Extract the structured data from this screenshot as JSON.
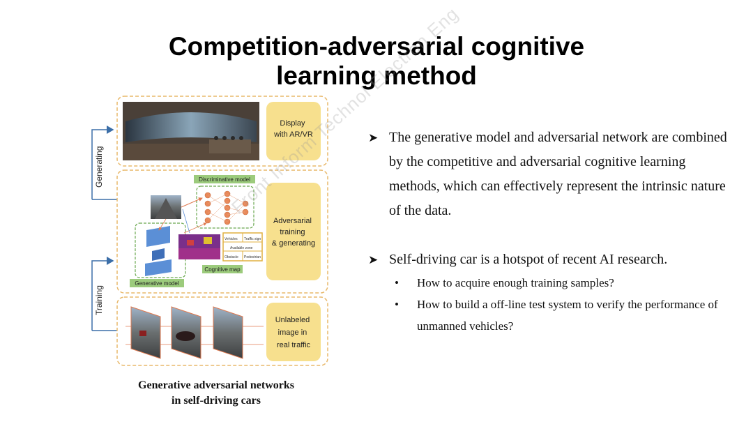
{
  "title": {
    "line1": "Competition-adversarial cognitive",
    "line2": "learning method"
  },
  "bullets": [
    {
      "text": "The generative model and adversarial network are combined by the competitive and adversarial cognitive learning methods, which can effectively represent the intrinsic nature of the data."
    },
    {
      "text": "Self-driving car is a hotspot of recent AI research.",
      "sub": [
        "How to acquire enough training samples?",
        "How to build a off-line test system to verify the performance of unmanned vehicles?"
      ]
    }
  ],
  "figure": {
    "left_labels": {
      "generating": "Generating",
      "training": "Training"
    },
    "panel_labels": {
      "display": [
        "Display",
        "with AR/VR"
      ],
      "adversarial": [
        "Adversarial",
        "training",
        "& generating"
      ],
      "unlabeled": [
        "Unlabeled",
        "image in",
        "real traffic"
      ]
    },
    "model_labels": {
      "discriminative": "Discriminative model",
      "generative": "Generative model",
      "cognitive": "Cognitive map"
    },
    "map_labels": [
      "Vehicles",
      "Traffic sign",
      "Available zone",
      "Obstacle",
      "Pedestrian"
    ]
  },
  "caption": {
    "line1": "Generative adversarial networks",
    "line2": "in self-driving cars"
  },
  "watermark": "Front Inform Technol Electron Eng",
  "colors": {
    "panel_border": "#e8b86a",
    "panel_fill": "#f7e08e",
    "arrow_blue": "#3b6ea8",
    "green_label": "#9ccb7c",
    "net_node": "#e8895a"
  }
}
